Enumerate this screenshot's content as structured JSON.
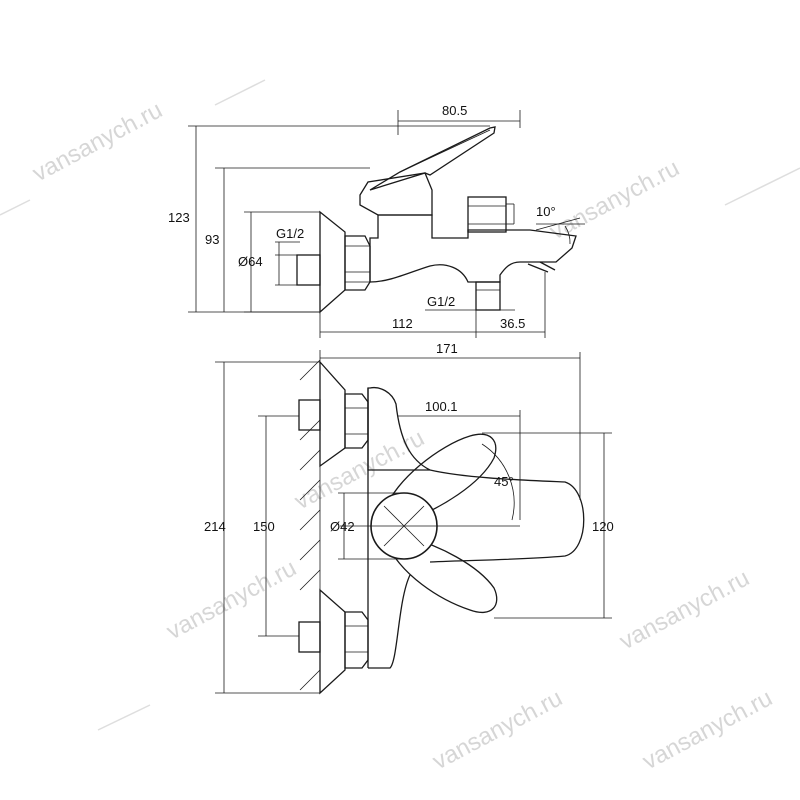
{
  "watermark": {
    "text": "vansanych.ru"
  },
  "side_view": {
    "dim_top_width": "80.5",
    "dim_overall_height": "123",
    "dim_spout_height": "93",
    "dim_thread_inlet": "G1/2",
    "dim_flange_diameter": "Ø64",
    "dim_outlet_thread": "G1/2",
    "dim_angle": "10°",
    "dim_body_length": "112",
    "dim_outlet_offset": "36.5"
  },
  "front_view": {
    "dim_overall_width": "171",
    "dim_lever_reach": "100.1",
    "dim_lever_angle": "45°",
    "dim_knob_diameter": "Ø42",
    "dim_overall_height": "214",
    "dim_inlet_spacing": "150",
    "dim_lever_span": "120"
  }
}
